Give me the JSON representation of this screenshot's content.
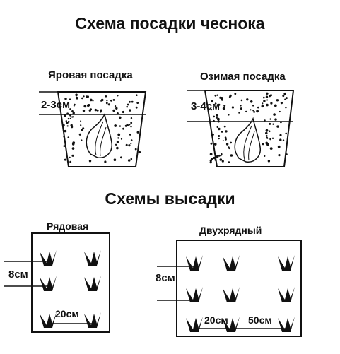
{
  "title": "Схема посадки чеснока",
  "planting": {
    "spring": {
      "label": "Яровая посадка",
      "depth": "2-3см"
    },
    "winter": {
      "label": "Озимая посадка",
      "depth": "3-4см"
    }
  },
  "layout_section": {
    "title": "Схемы высадки",
    "row": {
      "label": "Рядовая",
      "spacing": "8см",
      "width": "20см"
    },
    "double": {
      "label": "Двухрядный",
      "spacing": "8см",
      "width_inner": "20см",
      "width_outer": "50см"
    }
  },
  "colors": {
    "ink": "#111111",
    "background": "#ffffff"
  }
}
